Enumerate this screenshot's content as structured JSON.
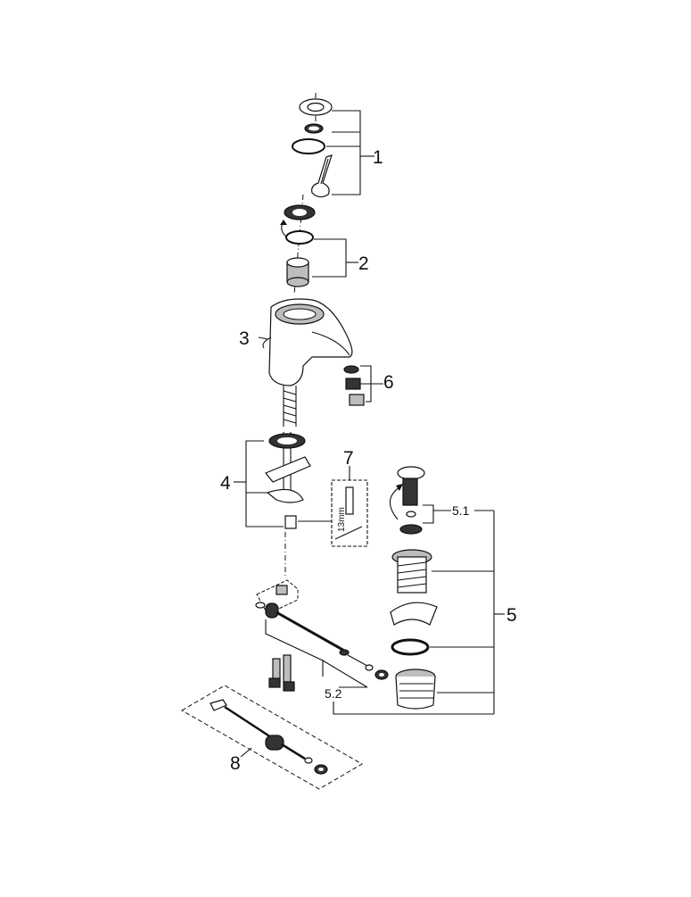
{
  "callouts": {
    "c1": "1",
    "c2": "2",
    "c3": "3",
    "c4": "4",
    "c5": "5",
    "c5_1": "5.1",
    "c5_2": "5.2",
    "c6": "6",
    "c7": "7",
    "c8": "8"
  },
  "inset_text": "13mm"
}
